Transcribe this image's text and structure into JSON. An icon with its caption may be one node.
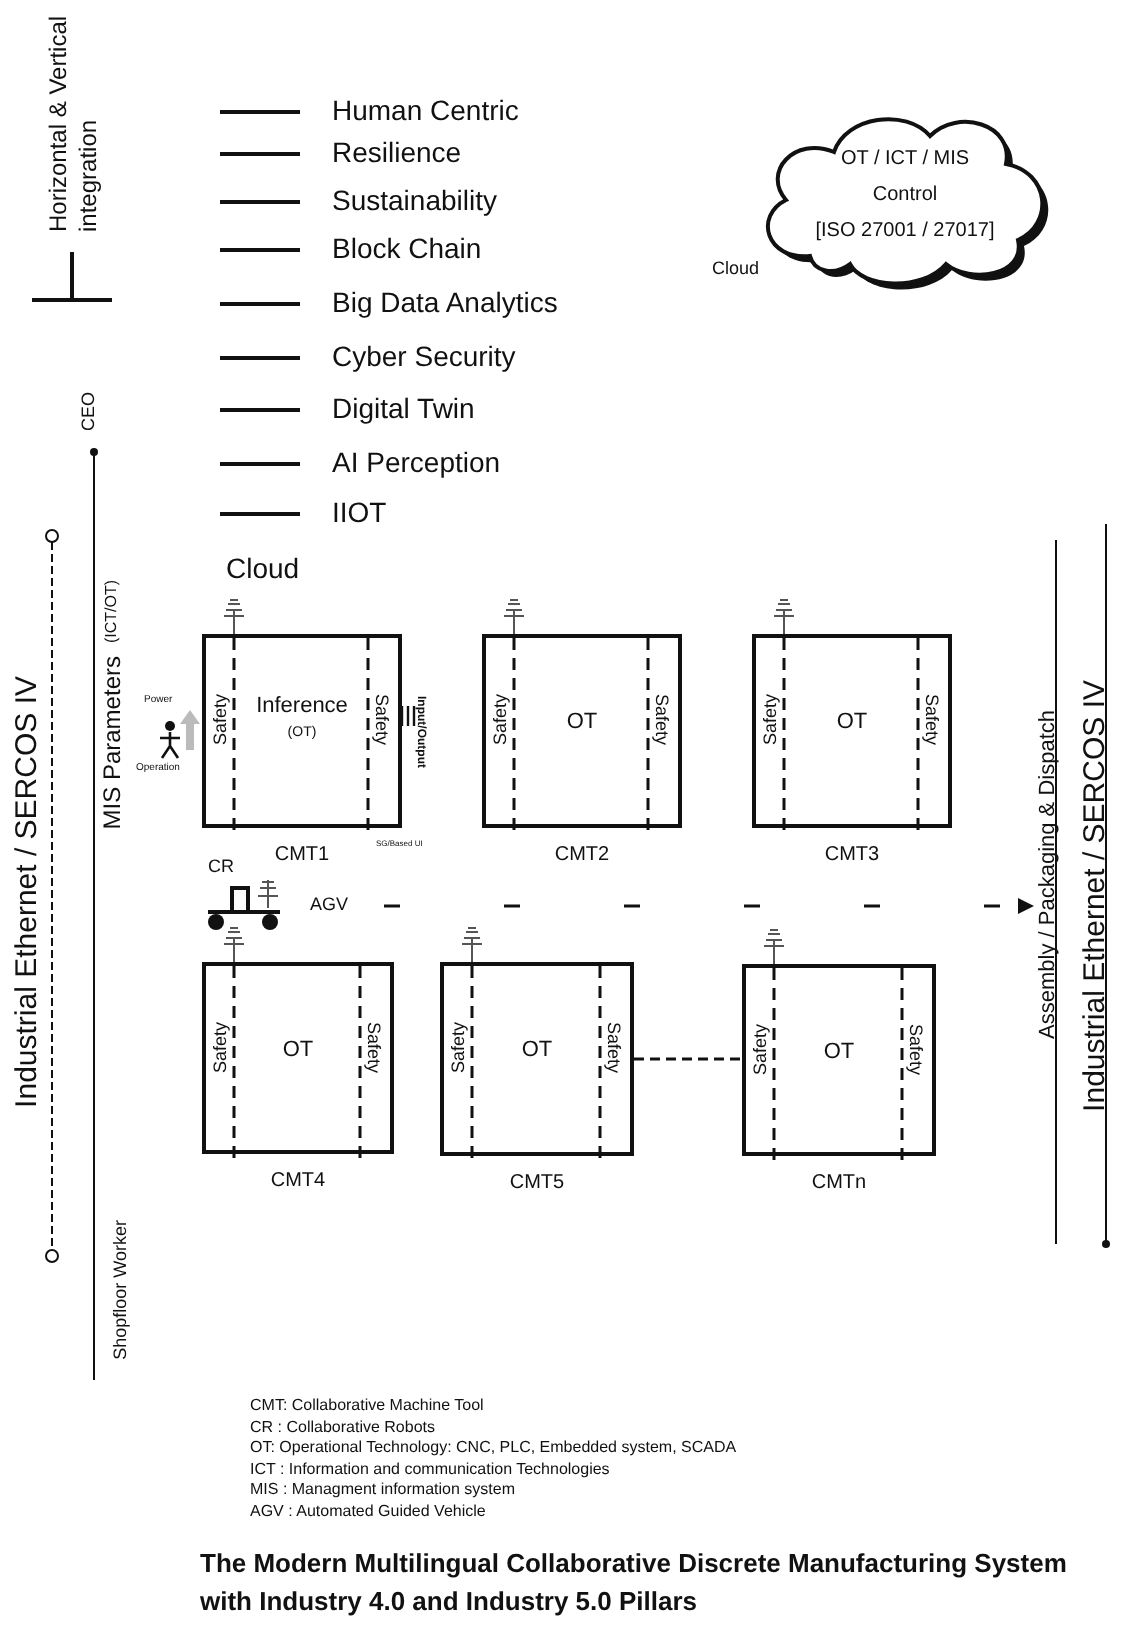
{
  "diagram": {
    "title": "The Modern Multilingual Collaborative Discrete Manufacturing System with Industry 4.0 and Industry 5.0 Pillars",
    "nodes": [
      {
        "text": [
          "OT / ICT / MIS",
          "Control",
          "[ISO 27001 / 27017]"
        ],
        "beside": [
          "Cloud"
        ]
      },
      {
        "text": [
          "Safety",
          "Inference",
          "(OT)",
          "Safety"
        ],
        "beside": [
          "CMT1"
        ]
      },
      {
        "text": [
          "Safety",
          "OT",
          "Safety"
        ],
        "beside": [
          "CMT2"
        ]
      },
      {
        "text": [
          "Safety",
          "OT",
          "Safety"
        ],
        "beside": [
          "CMT3"
        ]
      },
      {
        "text": [
          "Safety",
          "OT",
          "Safety"
        ],
        "beside": [
          "CMT4"
        ]
      },
      {
        "text": [
          "Safety",
          "OT",
          "Safety"
        ],
        "beside": [
          "CMT5"
        ]
      },
      {
        "text": [
          "Safety",
          "OT",
          "Safety"
        ],
        "beside": [
          "CMTn"
        ]
      },
      {
        "text": [
          "Assembly / Packaging & Dispatch"
        ]
      }
    ],
    "edges": [
      {
        "from": 5,
        "to": 6,
        "arrow": "none",
        "style": "dashed"
      },
      {
        "from": null,
        "to": 7,
        "arrow": "to",
        "style": "dashed"
      }
    ],
    "labels": [
      "Horizontal & Vertical integration",
      "Human Centric",
      "Resilience",
      "Sustainability",
      "Block Chain",
      "Big Data Analytics",
      "Cyber Security",
      "Digital Twin",
      "AI Perception",
      "IIOT",
      "Cloud",
      "CEO",
      "(ICT/OT)",
      "MIS Parameters",
      "Industrial Ethernet / SERCOS IV",
      "Power",
      "Operation",
      "Input/Output",
      "SG/Based UI",
      "CR",
      "AGV",
      "Shopfloor Worker",
      "Industrial Ethernet / SERCOS IV",
      "CMT: Collaborative Machine Tool",
      "CR : Collaborative Robots",
      "OT: Operational Technology: CNC, PLC, Embedded system, SCADA",
      "ICT : Information and communication Technologies",
      "MIS : Managment information system",
      "AGV : Automated Guided Vehicle"
    ]
  }
}
